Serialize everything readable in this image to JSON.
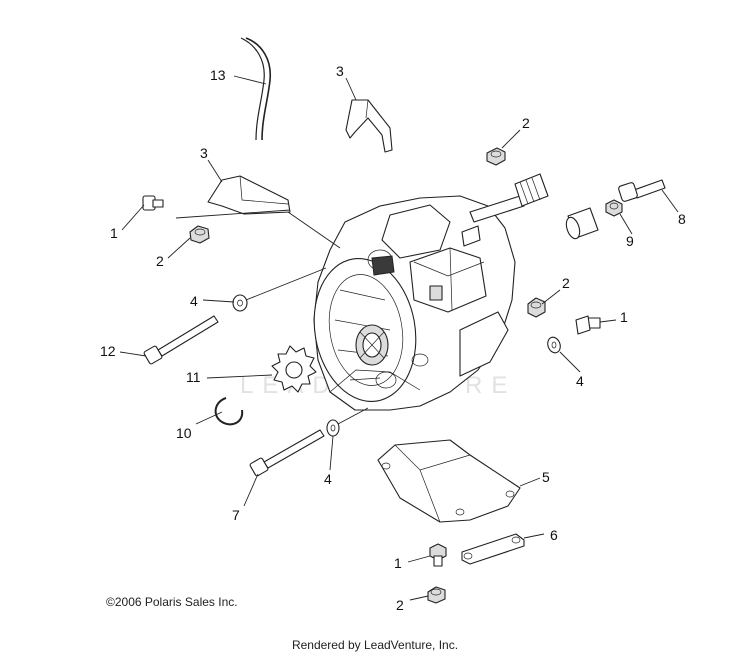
{
  "diagram": {
    "watermark": "LEADVENTURE",
    "callouts": [
      {
        "id": "13-top",
        "label": "13"
      },
      {
        "id": "3-top",
        "label": "3"
      },
      {
        "id": "3-left",
        "label": "3"
      },
      {
        "id": "2-top-right",
        "label": "2"
      },
      {
        "id": "1-left",
        "label": "1"
      },
      {
        "id": "2-left",
        "label": "2"
      },
      {
        "id": "8-right",
        "label": "8"
      },
      {
        "id": "9-right",
        "label": "9"
      },
      {
        "id": "4-left",
        "label": "4"
      },
      {
        "id": "2-mid-right",
        "label": "2"
      },
      {
        "id": "1-right",
        "label": "1"
      },
      {
        "id": "12-left",
        "label": "12"
      },
      {
        "id": "4-right",
        "label": "4"
      },
      {
        "id": "11-left",
        "label": "11"
      },
      {
        "id": "10-left",
        "label": "10"
      },
      {
        "id": "4-bottom",
        "label": "4"
      },
      {
        "id": "5-right",
        "label": "5"
      },
      {
        "id": "7-bottom",
        "label": "7"
      },
      {
        "id": "6-right",
        "label": "6"
      },
      {
        "id": "1-bottom",
        "label": "1"
      },
      {
        "id": "2-bottom",
        "label": "2"
      }
    ],
    "copyright": "©2006 Polaris Sales Inc.",
    "rendered_by": "Rendered by LeadVenture, Inc."
  }
}
